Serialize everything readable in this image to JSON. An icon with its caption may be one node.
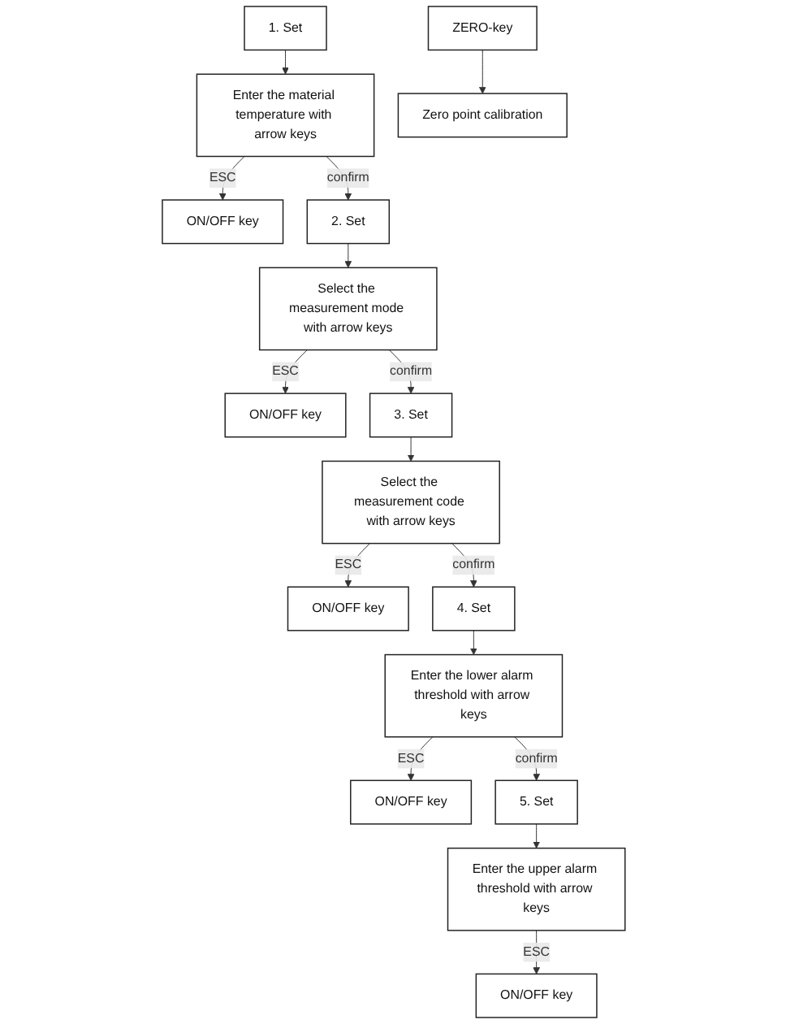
{
  "diagram": {
    "nodes": [
      {
        "text": [
          "1. Set"
        ]
      },
      {
        "text": [
          "Enter the material temperature with arrow keys"
        ]
      },
      {
        "text": [
          "ON/OFF key"
        ]
      },
      {
        "text": [
          "2. Set"
        ]
      },
      {
        "text": [
          "Select the measurement mode with arrow keys"
        ]
      },
      {
        "text": [
          "ON/OFF key"
        ]
      },
      {
        "text": [
          "3. Set"
        ]
      },
      {
        "text": [
          "Select the measurement code with arrow keys"
        ]
      },
      {
        "text": [
          "ON/OFF key"
        ]
      },
      {
        "text": [
          "4. Set"
        ]
      },
      {
        "text": [
          "Enter the lower alarm threshold with arrow keys"
        ]
      },
      {
        "text": [
          "ON/OFF key"
        ]
      },
      {
        "text": [
          "5. Set"
        ]
      },
      {
        "text": [
          "Enter the upper alarm threshold with arrow keys"
        ]
      },
      {
        "text": [
          "ON/OFF key"
        ]
      },
      {
        "text": [
          "ZERO-key"
        ]
      },
      {
        "text": [
          "Zero point calibration"
        ]
      }
    ],
    "edges": [
      {
        "from": 0,
        "to": 1,
        "arrow": "to"
      },
      {
        "from": 1,
        "to": 2,
        "arrow": "to",
        "label": "ESC"
      },
      {
        "from": 1,
        "to": 3,
        "arrow": "to",
        "label": "confirm"
      },
      {
        "from": 3,
        "to": 4,
        "arrow": "to"
      },
      {
        "from": 4,
        "to": 5,
        "arrow": "to",
        "label": "ESC"
      },
      {
        "from": 4,
        "to": 6,
        "arrow": "to",
        "label": "confirm"
      },
      {
        "from": 6,
        "to": 7,
        "arrow": "to"
      },
      {
        "from": 7,
        "to": 8,
        "arrow": "to",
        "label": "ESC"
      },
      {
        "from": 7,
        "to": 9,
        "arrow": "to",
        "label": "confirm"
      },
      {
        "from": 9,
        "to": 10,
        "arrow": "to"
      },
      {
        "from": 10,
        "to": 11,
        "arrow": "to",
        "label": "ESC"
      },
      {
        "from": 10,
        "to": 12,
        "arrow": "to",
        "label": "confirm"
      },
      {
        "from": 12,
        "to": 13,
        "arrow": "to"
      },
      {
        "from": 13,
        "to": 14,
        "arrow": "to",
        "label": "ESC"
      },
      {
        "from": 15,
        "to": 16,
        "arrow": "to"
      }
    ]
  }
}
